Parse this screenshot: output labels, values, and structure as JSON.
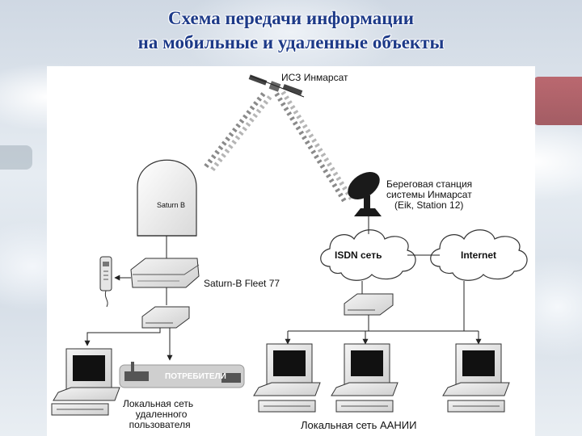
{
  "slide": {
    "title_line1": "Схема передачи информации",
    "title_line2": "на мобильные и удаленные объекты"
  },
  "diagram": {
    "satellite_label": "ИСЗ Инмарсат",
    "terminal_label": "Saturn B",
    "coast_station_lines": [
      "Береговая станция",
      "системы Инмарсат",
      "(Eik, Station 12)"
    ],
    "isdn_label": "ISDN  сеть",
    "internet_label": "Internet",
    "fleet_label": "Saturn-B Fleet 77",
    "consumers_label": "ПОТРЕБИТЕЛИ",
    "remote_lan_lines": [
      "Локальная сеть",
      "удаленного",
      "пользователя"
    ],
    "aanii_lan_label": "Локальная сеть ААНИИ"
  }
}
